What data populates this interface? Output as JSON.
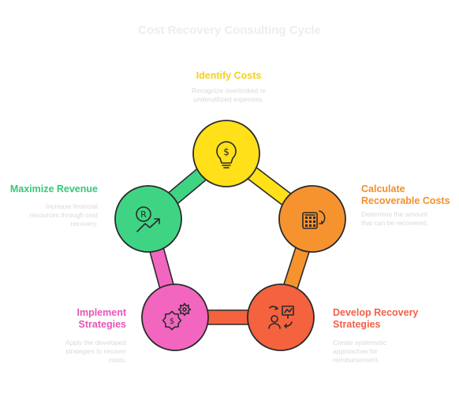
{
  "title": "Cost Recovery Consulting Cycle",
  "colors": {
    "yellow": "#FFE019",
    "orange": "#F7932F",
    "red": "#F4623E",
    "pink": "#F266BF",
    "green": "#3FD484",
    "outline": "#2A2A2A",
    "label_yellow": "#F2D21B",
    "label_orange": "#F2902A",
    "label_red": "#F26048",
    "label_pink": "#E854B8",
    "label_green": "#37C77B"
  },
  "steps": [
    {
      "title": "Identify Costs",
      "description": "Recognize overlooked or underutilized expenses.",
      "icon": "lightbulb-dollar-icon",
      "color": "yellow"
    },
    {
      "title": "Calculate Recoverable Costs",
      "description": "Determine the amount that can be recovered.",
      "icon": "calculator-icon",
      "color": "orange"
    },
    {
      "title": "Develop Recovery Strategies",
      "description": "Create systematic approaches for reimbursement.",
      "icon": "strategy-presentation-icon",
      "color": "red"
    },
    {
      "title": "Implement Strategies",
      "description": "Apply the developed strategies to recover costs.",
      "icon": "gears-dollar-icon",
      "color": "pink"
    },
    {
      "title": "Maximize Revenue",
      "description": "Increase financial resources through cost recovery.",
      "icon": "rupee-growth-icon",
      "color": "green"
    }
  ]
}
